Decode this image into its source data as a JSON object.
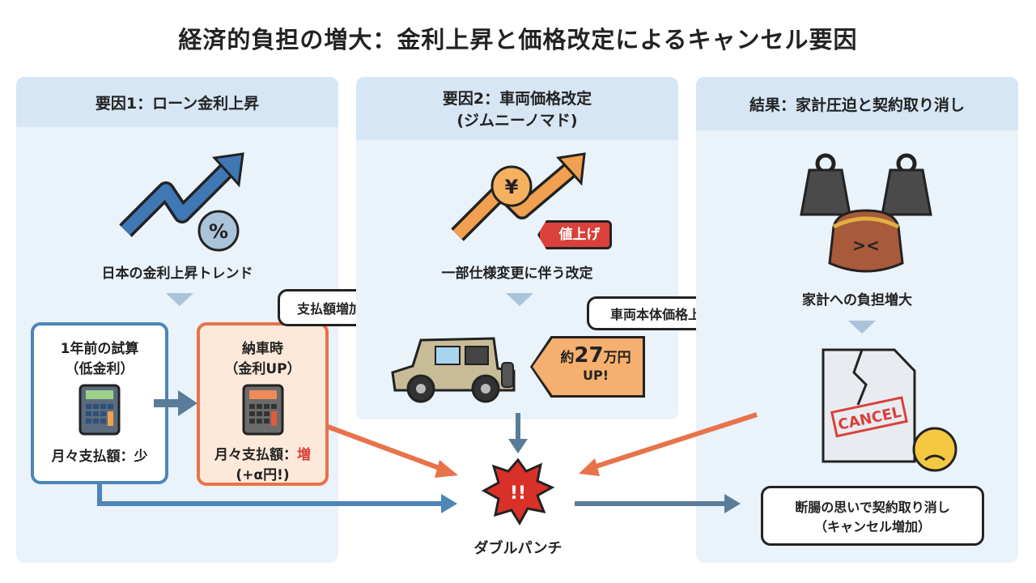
{
  "title": "経済的負担の増大：金利上昇と価格改定によるキャンセル要因",
  "panel1": {
    "header": "要因1：ローン金利上昇",
    "trend_label": "日本の金利上昇トレンド",
    "before": {
      "title": "1年前の試算",
      "subtitle": "（低金利）",
      "payment": "月々支払額：少"
    },
    "after": {
      "title": "納車時",
      "subtitle": "（金利UP）",
      "payment_prefix": "月々支払額：",
      "payment_value": "増",
      "extra": "(+α円!)"
    },
    "bubble": "支払額増加",
    "percent_symbol": "%"
  },
  "panel2": {
    "header_line1": "要因2：車両価格改定",
    "header_line2": "(ジムニーノマド)",
    "price_tag": "値上げ",
    "yen_symbol": "¥",
    "label": "一部仕様変更に伴う改定",
    "bubble": "車両本体価格上昇",
    "tag_prefix": "約",
    "tag_amount": "27",
    "tag_unit": "万円",
    "tag_up": "UP!"
  },
  "center": {
    "burst_text": "!!",
    "label": "ダブルパンチ"
  },
  "panel3": {
    "header": "結果：家計圧迫と契約取り消し",
    "burden_label": "家計への負担増大",
    "stamp": "CANCEL",
    "bubble_line1": "断腸の思いで契約取り消し",
    "bubble_line2": "（キャンセル増加）"
  },
  "colors": {
    "blue": "#4d86b8",
    "orange": "#e8724a",
    "red": "#d9413a",
    "header_bg": "#d6e6f4",
    "panel_bg": "#eaf2fa"
  }
}
